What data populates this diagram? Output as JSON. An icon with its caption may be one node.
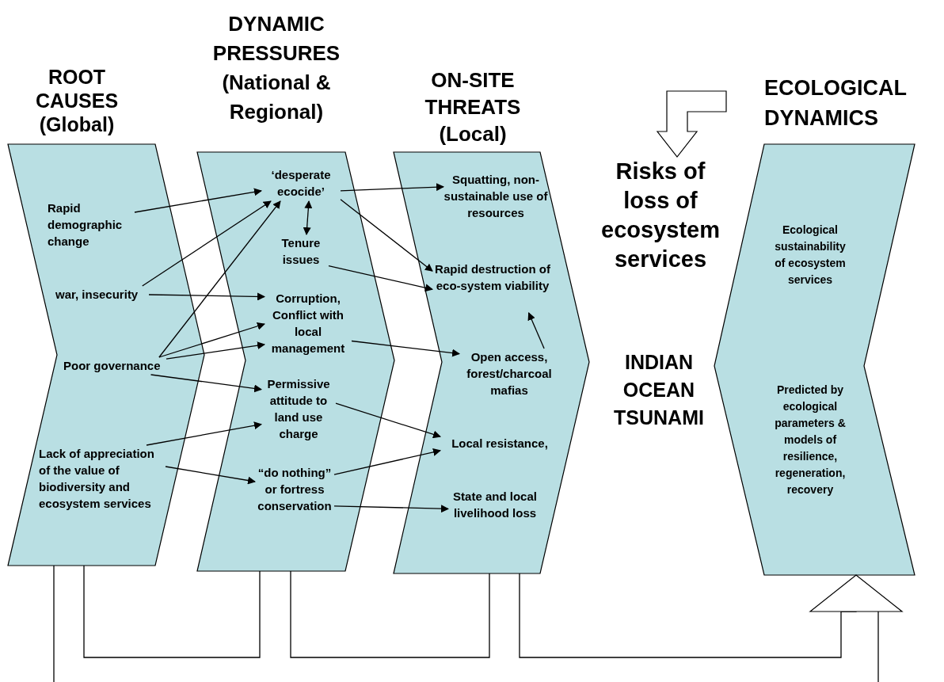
{
  "diagram": {
    "nodes": [
      {
        "text": [
          "ROOT CAUSES (Global)"
        ]
      },
      {
        "text": [
          "Rapid demographic change"
        ],
        "in": 0
      },
      {
        "text": [
          "war, insecurity"
        ],
        "in": 0
      },
      {
        "text": [
          "Poor governance"
        ],
        "in": 0
      },
      {
        "text": [
          "Lack of appreciation of the value of biodiversity and ecosystem services"
        ],
        "in": 0
      },
      {
        "text": [
          "DYNAMIC PRESSURES (National & Regional)"
        ]
      },
      {
        "text": [
          "‘desperate ecocide’"
        ],
        "in": 5
      },
      {
        "text": [
          "Tenure issues"
        ],
        "in": 5
      },
      {
        "text": [
          "Corruption, Conflict with local management"
        ],
        "in": 5
      },
      {
        "text": [
          "Permissive attitude to land use charge"
        ],
        "in": 5
      },
      {
        "text": [
          "“do nothing” or fortress conservation"
        ],
        "in": 5
      },
      {
        "text": [
          "ON-SITE THREATS (Local)"
        ]
      },
      {
        "text": [
          "Squatting, non-sustainable use of resources"
        ],
        "in": 11
      },
      {
        "text": [
          "Rapid destruction of eco-system viability"
        ],
        "in": 11
      },
      {
        "text": [
          "Open access, forest/charcoal mafias"
        ],
        "in": 11
      },
      {
        "text": [
          "Local resistance,"
        ],
        "in": 11
      },
      {
        "text": [
          "State and local livelihood loss"
        ],
        "in": 11
      },
      {
        "text": [
          "ECOLOGICAL DYNAMICS"
        ]
      },
      {
        "text": [
          "Ecological sustainability of ecosystem services"
        ],
        "in": 17
      },
      {
        "text": [
          "Predicted by ecological parameters & models of resilience, regeneration, recovery"
        ],
        "in": 17
      },
      {
        "text": [
          "Risks of loss of ecosystem services"
        ]
      }
    ],
    "edges": [
      {
        "from": 1,
        "to": 6,
        "arrow": "to"
      },
      {
        "from": 2,
        "to": 6,
        "arrow": "to"
      },
      {
        "from": 2,
        "to": 8,
        "arrow": "to"
      },
      {
        "from": 3,
        "to": 6,
        "arrow": "to"
      },
      {
        "from": 3,
        "to": 8,
        "arrow": "to"
      },
      {
        "from": 3,
        "to": 8,
        "arrow": "to"
      },
      {
        "from": 3,
        "to": 9,
        "arrow": "to"
      },
      {
        "from": 4,
        "to": 9,
        "arrow": "to"
      },
      {
        "from": 4,
        "to": 10,
        "arrow": "to"
      },
      {
        "from": 6,
        "to": 12,
        "arrow": "to"
      },
      {
        "from": 6,
        "to": 7,
        "arrow": "both"
      },
      {
        "from": 6,
        "to": 13,
        "arrow": "to"
      },
      {
        "from": 7,
        "to": 13,
        "arrow": "to"
      },
      {
        "from": 8,
        "to": 14,
        "arrow": "to"
      },
      {
        "from": 9,
        "to": 15,
        "arrow": "to"
      },
      {
        "from": 10,
        "to": 15,
        "arrow": "to"
      },
      {
        "from": 10,
        "to": 16,
        "arrow": "to"
      },
      {
        "from": 14,
        "to": 13,
        "arrow": "to"
      },
      {
        "from": 0,
        "to": 5,
        "arrow": "none"
      },
      {
        "from": 5,
        "to": 11,
        "arrow": "none"
      },
      {
        "from": 11,
        "to": 17,
        "arrow": "to"
      },
      {
        "from": 0,
        "to": null,
        "arrow": "none"
      },
      {
        "from": null,
        "to": 20,
        "arrow": "to",
        "style": "thick"
      }
    ],
    "labels": [
      "INDIAN OCEAN TSUNAMI"
    ]
  }
}
